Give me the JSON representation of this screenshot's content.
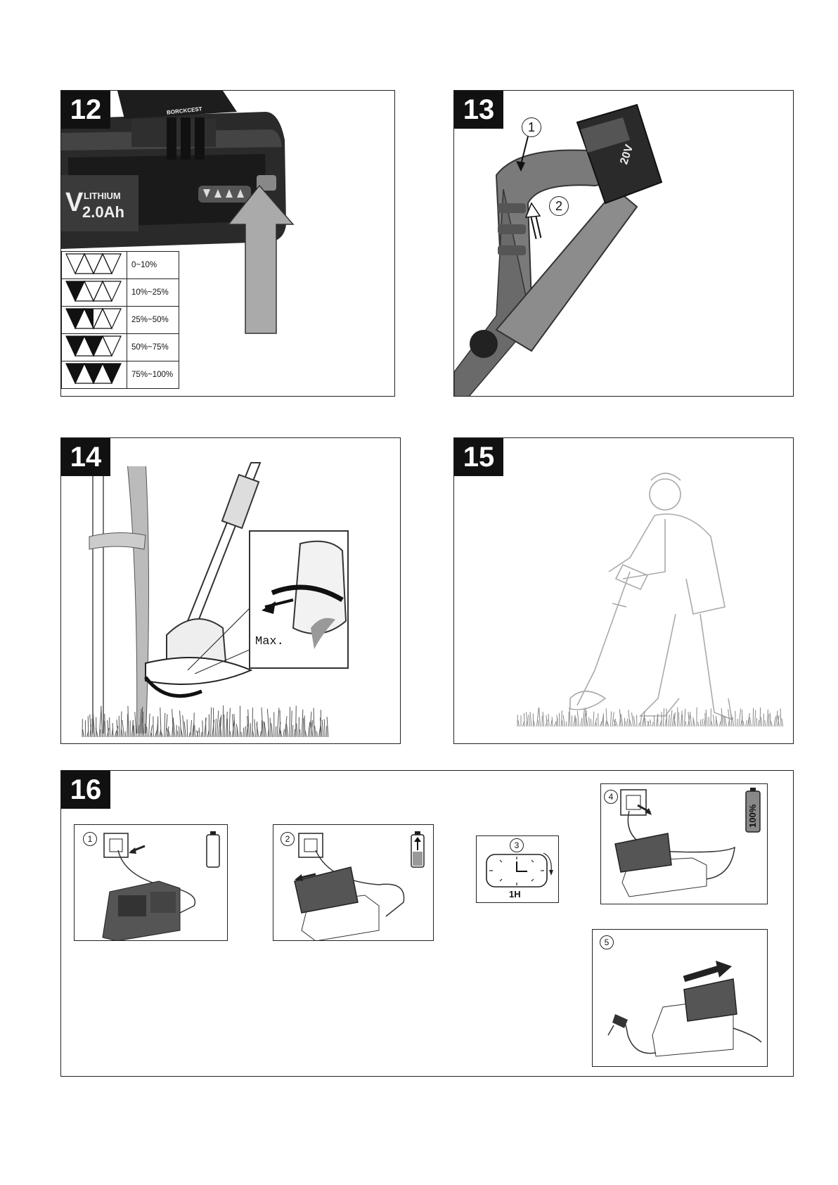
{
  "figures": {
    "fig12": {
      "number": "12",
      "battery_brand": "BORCKCEST",
      "battery_text_1": "V",
      "battery_text_2": "LITHIUM",
      "battery_text_3": "2.0Ah",
      "levels": [
        {
          "range": "0~10%",
          "filled": 0
        },
        {
          "range": "10%~25%",
          "filled": 1
        },
        {
          "range": "25%~50%",
          "filled": 1.5
        },
        {
          "range": "50%~75%",
          "filled": 2
        },
        {
          "range": "75%~100%",
          "filled": 3
        }
      ]
    },
    "fig13": {
      "number": "13",
      "callout_1": "1",
      "callout_2": "2",
      "battery_label": "20V"
    },
    "fig14": {
      "number": "14",
      "max_label": "Max."
    },
    "fig15": {
      "number": "15"
    },
    "fig16": {
      "number": "16",
      "steps": [
        {
          "marker": "1"
        },
        {
          "marker": "2"
        },
        {
          "marker": "3",
          "time": "1H"
        },
        {
          "marker": "4",
          "charge": "100%"
        },
        {
          "marker": "5"
        }
      ]
    }
  },
  "colors": {
    "ink": "#111111",
    "grey": "#8a8a8a",
    "dark": "#2b2b2b"
  }
}
